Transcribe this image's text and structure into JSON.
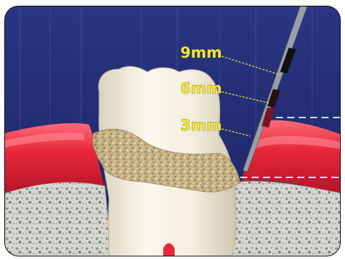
{
  "probe": {
    "marks": [
      {
        "label": "9mm"
      },
      {
        "label": "6mm"
      },
      {
        "label": "3mm"
      }
    ]
  },
  "colors": {
    "background_navy": "#1f2a6e",
    "gum_red": "#e8283a",
    "bone_gray": "#cfcfca",
    "tooth_ivory": "#f4efe0",
    "plaque_tan": "#b7a37a",
    "label_yellow": "#f2e63a",
    "guide_line_blue": "#bfe3ff"
  }
}
